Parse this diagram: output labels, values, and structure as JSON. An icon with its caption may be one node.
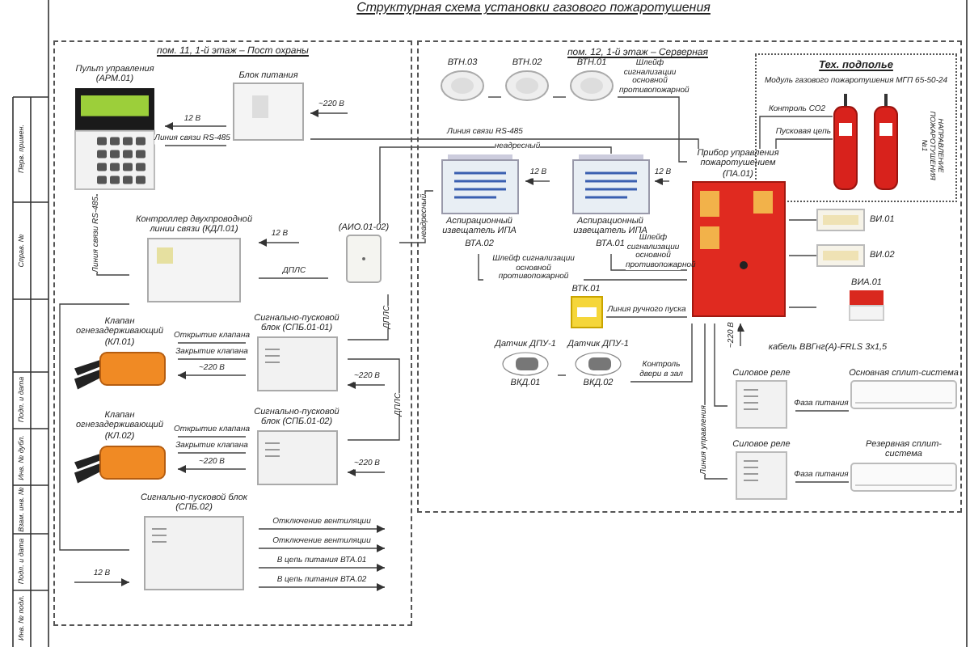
{
  "diagram": {
    "title": "Структурная схема установки газового пожаротушения",
    "nodes": [
      {
        "text": [
          "пом. 11, 1-й этаж – Пост охраны"
        ]
      },
      {
        "text": [
          "пом. 12, 1-й этаж – Серверная"
        ]
      },
      {
        "text": [
          "Тех. подполье",
          "Модуль газового пожаротушения МГП 65-50-24"
        ],
        "in": 1
      },
      {
        "text": [
          "Пульт управления (АРМ.01)"
        ],
        "in": 0
      },
      {
        "text": [
          "Блок питания"
        ],
        "in": 0
      },
      {
        "text": [
          "Контроллер двухпроводной линии связи (КДЛ.01)"
        ],
        "in": 0
      },
      {
        "text": [
          "(АИО.01-02)"
        ],
        "in": 0
      },
      {
        "text": [
          "Клапан огнезадерживающий (КЛ.01)"
        ],
        "in": 0
      },
      {
        "text": [
          "Сигнально-пусковой блок (СПБ.01-01)"
        ],
        "in": 0
      },
      {
        "text": [
          "Клапан огнезадерживающий (КЛ.02)"
        ],
        "in": 0
      },
      {
        "text": [
          "Сигнально-пусковой блок (СПБ.01-02)"
        ],
        "in": 0
      },
      {
        "text": [
          "Сигнально-пусковой блок (СПБ.02)"
        ],
        "in": 0
      },
      {
        "text": [
          "ВТН.03"
        ],
        "in": 1
      },
      {
        "text": [
          "ВТН.02"
        ],
        "in": 1
      },
      {
        "text": [
          "ВТН.01"
        ],
        "in": 1
      },
      {
        "text": [
          "Аспирационный извещатель ИПА"
        ],
        "beside": [
          "ВТА.02"
        ],
        "in": 1
      },
      {
        "text": [
          "Аспирационный извещатель ИПА"
        ],
        "beside": [
          "ВТА.01"
        ],
        "in": 1
      },
      {
        "text": [
          "Прибор управления пожаротушением (ПА.01)"
        ],
        "in": 1
      },
      {
        "text": [
          "ВТК.01"
        ],
        "in": 1
      },
      {
        "text": [
          "ВИ.01"
        ],
        "in": 1
      },
      {
        "text": [
          "ВИ.02"
        ],
        "in": 1
      },
      {
        "text": [
          "ВИА.01"
        ],
        "in": 1
      },
      {
        "text": [
          "Датчик ДПУ-1"
        ],
        "beside": [
          "ВКД.01"
        ],
        "in": 1
      },
      {
        "text": [
          "Датчик ДПУ-1"
        ],
        "beside": [
          "ВКД.02"
        ],
        "in": 1
      },
      {
        "text": [
          "Силовое реле"
        ],
        "in": 1
      },
      {
        "text": [
          "Силовое реле"
        ],
        "in": 1
      },
      {
        "text": [
          "Основная сплит-система"
        ],
        "in": 1
      },
      {
        "text": [
          "Резервная сплит-система"
        ],
        "in": 1
      },
      {
        "text": [],
        "shape": "cylinder",
        "in": 2
      },
      {
        "text": [],
        "shape": "cylinder",
        "in": 2
      }
    ],
    "edges": [
      {
        "from": 4,
        "to": 3,
        "arrow": "to",
        "label": "12 В"
      },
      {
        "from": 4,
        "to": 3,
        "arrow": "none",
        "label": "Линия связи RS-485"
      },
      {
        "from": null,
        "to": 4,
        "arrow": "to",
        "label": "~220 В"
      },
      {
        "from": 4,
        "to": 17,
        "arrow": "none",
        "label": "Линия связи RS-485"
      },
      {
        "from": 3,
        "to": 5,
        "arrow": "none",
        "label": "Линия связи RS-485"
      },
      {
        "from": 5,
        "to": 11,
        "arrow": "none"
      },
      {
        "from": null,
        "to": 5,
        "arrow": "to",
        "label": "12 В"
      },
      {
        "from": 5,
        "to": 6,
        "arrow": "none",
        "label": "ДПЛС"
      },
      {
        "from": 6,
        "to": 8,
        "arrow": "none",
        "label": "ДПЛС"
      },
      {
        "from": 8,
        "to": 10,
        "arrow": "none",
        "label": "ДПЛС"
      },
      {
        "from": null,
        "to": 8,
        "arrow": "to",
        "label": "~220 В"
      },
      {
        "from": 8,
        "to": 7,
        "arrow": "to",
        "label": "~220 В"
      },
      {
        "from": 8,
        "to": 7,
        "arrow": "none",
        "label": "Открытие клапана"
      },
      {
        "from": 8,
        "to": 7,
        "arrow": "none",
        "label": "Закрытие клапана"
      },
      {
        "from": null,
        "to": 10,
        "arrow": "to",
        "label": "~220 В"
      },
      {
        "from": 10,
        "to": 9,
        "arrow": "to",
        "label": "~220 В"
      },
      {
        "from": 10,
        "to": 9,
        "arrow": "none",
        "label": "Открытие клапана"
      },
      {
        "from": 10,
        "to": 9,
        "arrow": "none",
        "label": "Закрытие клапана"
      },
      {
        "from": 11,
        "to": null,
        "arrow": "to",
        "label": "Отключение вентиляции"
      },
      {
        "from": 11,
        "to": null,
        "arrow": "to",
        "label": "Отключение вентиляции"
      },
      {
        "from": 11,
        "to": null,
        "arrow": "to",
        "label": "В цепь питания ВТА.01"
      },
      {
        "from": 11,
        "to": null,
        "arrow": "to",
        "label": "В цепь питания ВТА.02"
      },
      {
        "from": null,
        "to": 11,
        "arrow": "to",
        "label": "12 В"
      },
      {
        "from": 12,
        "to": 13,
        "arrow": "none"
      },
      {
        "from": 13,
        "to": 14,
        "arrow": "none"
      },
      {
        "from": 14,
        "to": 17,
        "arrow": "none",
        "label": "Шлейф сигнализации основной противопожарной"
      },
      {
        "from": 6,
        "to": 15,
        "arrow": "none",
        "label": "неадресный"
      },
      {
        "from": 6,
        "to": 16,
        "arrow": "none",
        "label": "неадресный"
      },
      {
        "from": null,
        "to": 15,
        "arrow": "to",
        "label": "12 В"
      },
      {
        "from": null,
        "to": 16,
        "arrow": "to",
        "label": "12 В"
      },
      {
        "from": 16,
        "to": 17,
        "arrow": "none",
        "label": "Шлейф сигнализации основной противопожарной"
      },
      {
        "from": 15,
        "to": 17,
        "arrow": "none",
        "label": "Шлейф сигнализации основной противопожарной"
      },
      {
        "from": 18,
        "to": 17,
        "arrow": "none",
        "label": "Линия ручного пуска"
      },
      {
        "from": 22,
        "to": 23,
        "arrow": "none"
      },
      {
        "from": 23,
        "to": 17,
        "arrow": "none",
        "label": "Контроль двери в зал"
      },
      {
        "from": 17,
        "to": 19,
        "arrow": "none"
      },
      {
        "from": 17,
        "to": 20,
        "arrow": "none"
      },
      {
        "from": 17,
        "to": 21,
        "arrow": "none"
      },
      {
        "from": 17,
        "to": 28,
        "arrow": "none",
        "label": "Контроль СО2"
      },
      {
        "from": 17,
        "to": 28,
        "arrow": "none",
        "label": "Пусковая цепь"
      },
      {
        "from": null,
        "to": 17,
        "arrow": "to",
        "label": "~220 В"
      },
      {
        "from": 17,
        "to": 24,
        "arrow": "none"
      },
      {
        "from": 17,
        "to": 25,
        "arrow": "none",
        "label": "Линия управления"
      },
      {
        "from": 24,
        "to": 26,
        "arrow": "none",
        "label": "Фаза питания"
      },
      {
        "from": 25,
        "to": 27,
        "arrow": "none",
        "label": "Фаза питания"
      }
    ],
    "labels": [
      "НАПРАВЛЕНИЕ ПОЖАРОТУШЕНИЯ №1",
      "кабель ВВГнг(А)-FRLS 3х1,5",
      "Перв. примен.",
      "Справ. №",
      "Подп. и дата",
      "Инв. № дубл.",
      "Взам. инв. №",
      "Подп. и дата",
      "Инв. № подл."
    ]
  }
}
